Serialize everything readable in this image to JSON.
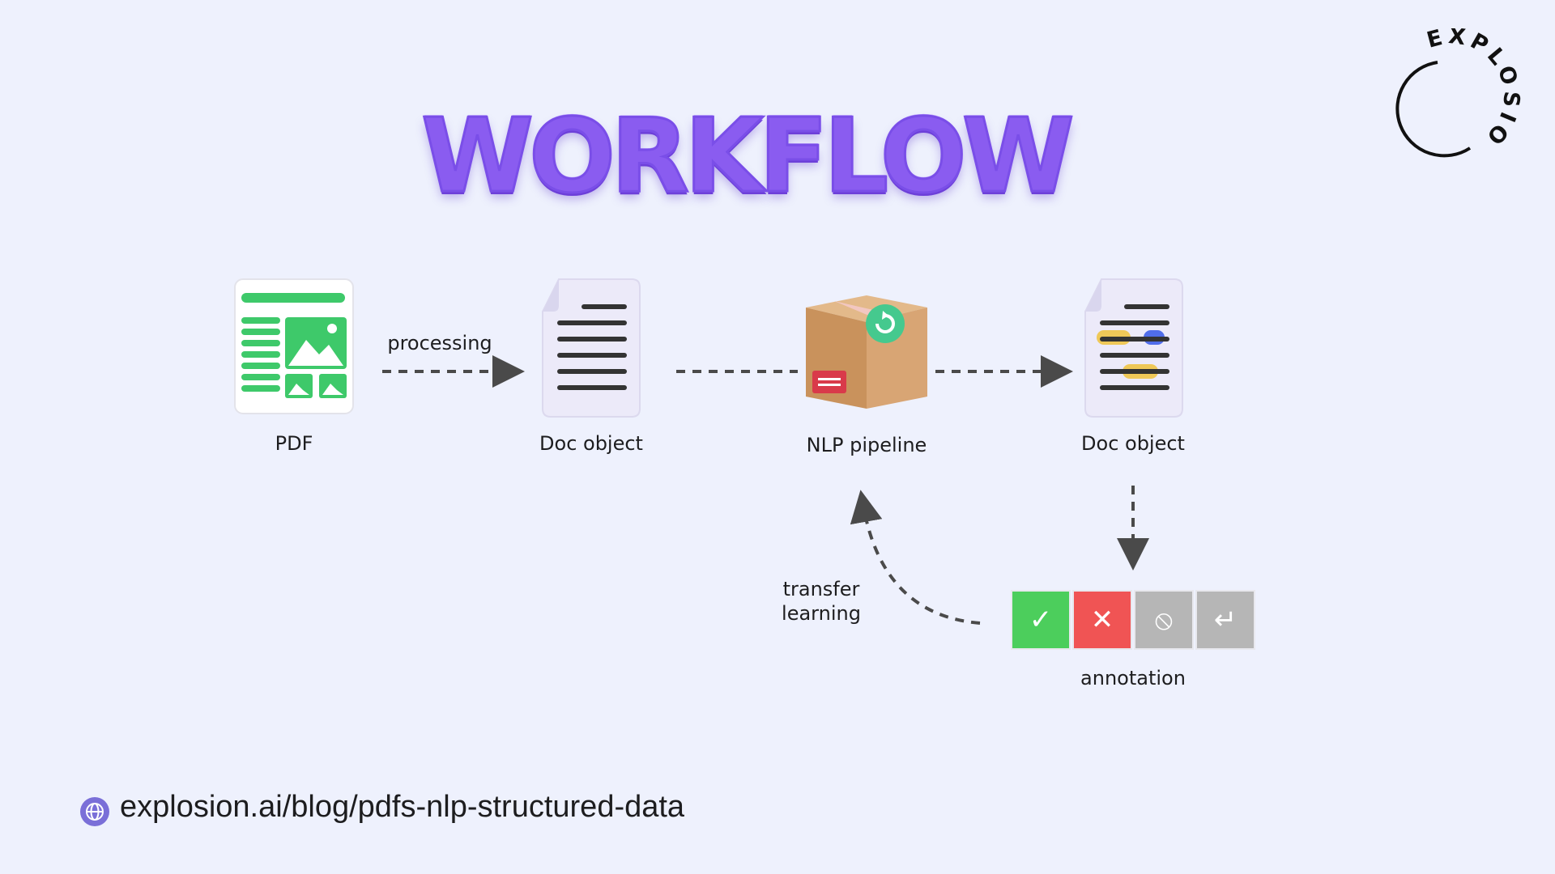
{
  "title": "WORKFLOW",
  "logo_text": "EXPLOSION",
  "nodes": {
    "pdf": "PDF",
    "doc1": "Doc object",
    "pipeline": "NLP pipeline",
    "doc2": "Doc object",
    "annotation": "annotation"
  },
  "edges": {
    "processing": "processing",
    "transfer_line1": "transfer",
    "transfer_line2": "learning"
  },
  "annotation_buttons": [
    {
      "icon": "check-icon",
      "color": "#4cce5c"
    },
    {
      "icon": "x-icon",
      "color": "#f05454"
    },
    {
      "icon": "ignore-icon",
      "color": "#b6b6b6"
    },
    {
      "icon": "undo-icon",
      "color": "#b6b6b6"
    }
  ],
  "footer_url": "explosion.ai/blog/pdfs-nlp-structured-data",
  "colors": {
    "background": "#eef1fd",
    "accent": "#8a5cf0",
    "pdf_green": "#3ec96a"
  }
}
